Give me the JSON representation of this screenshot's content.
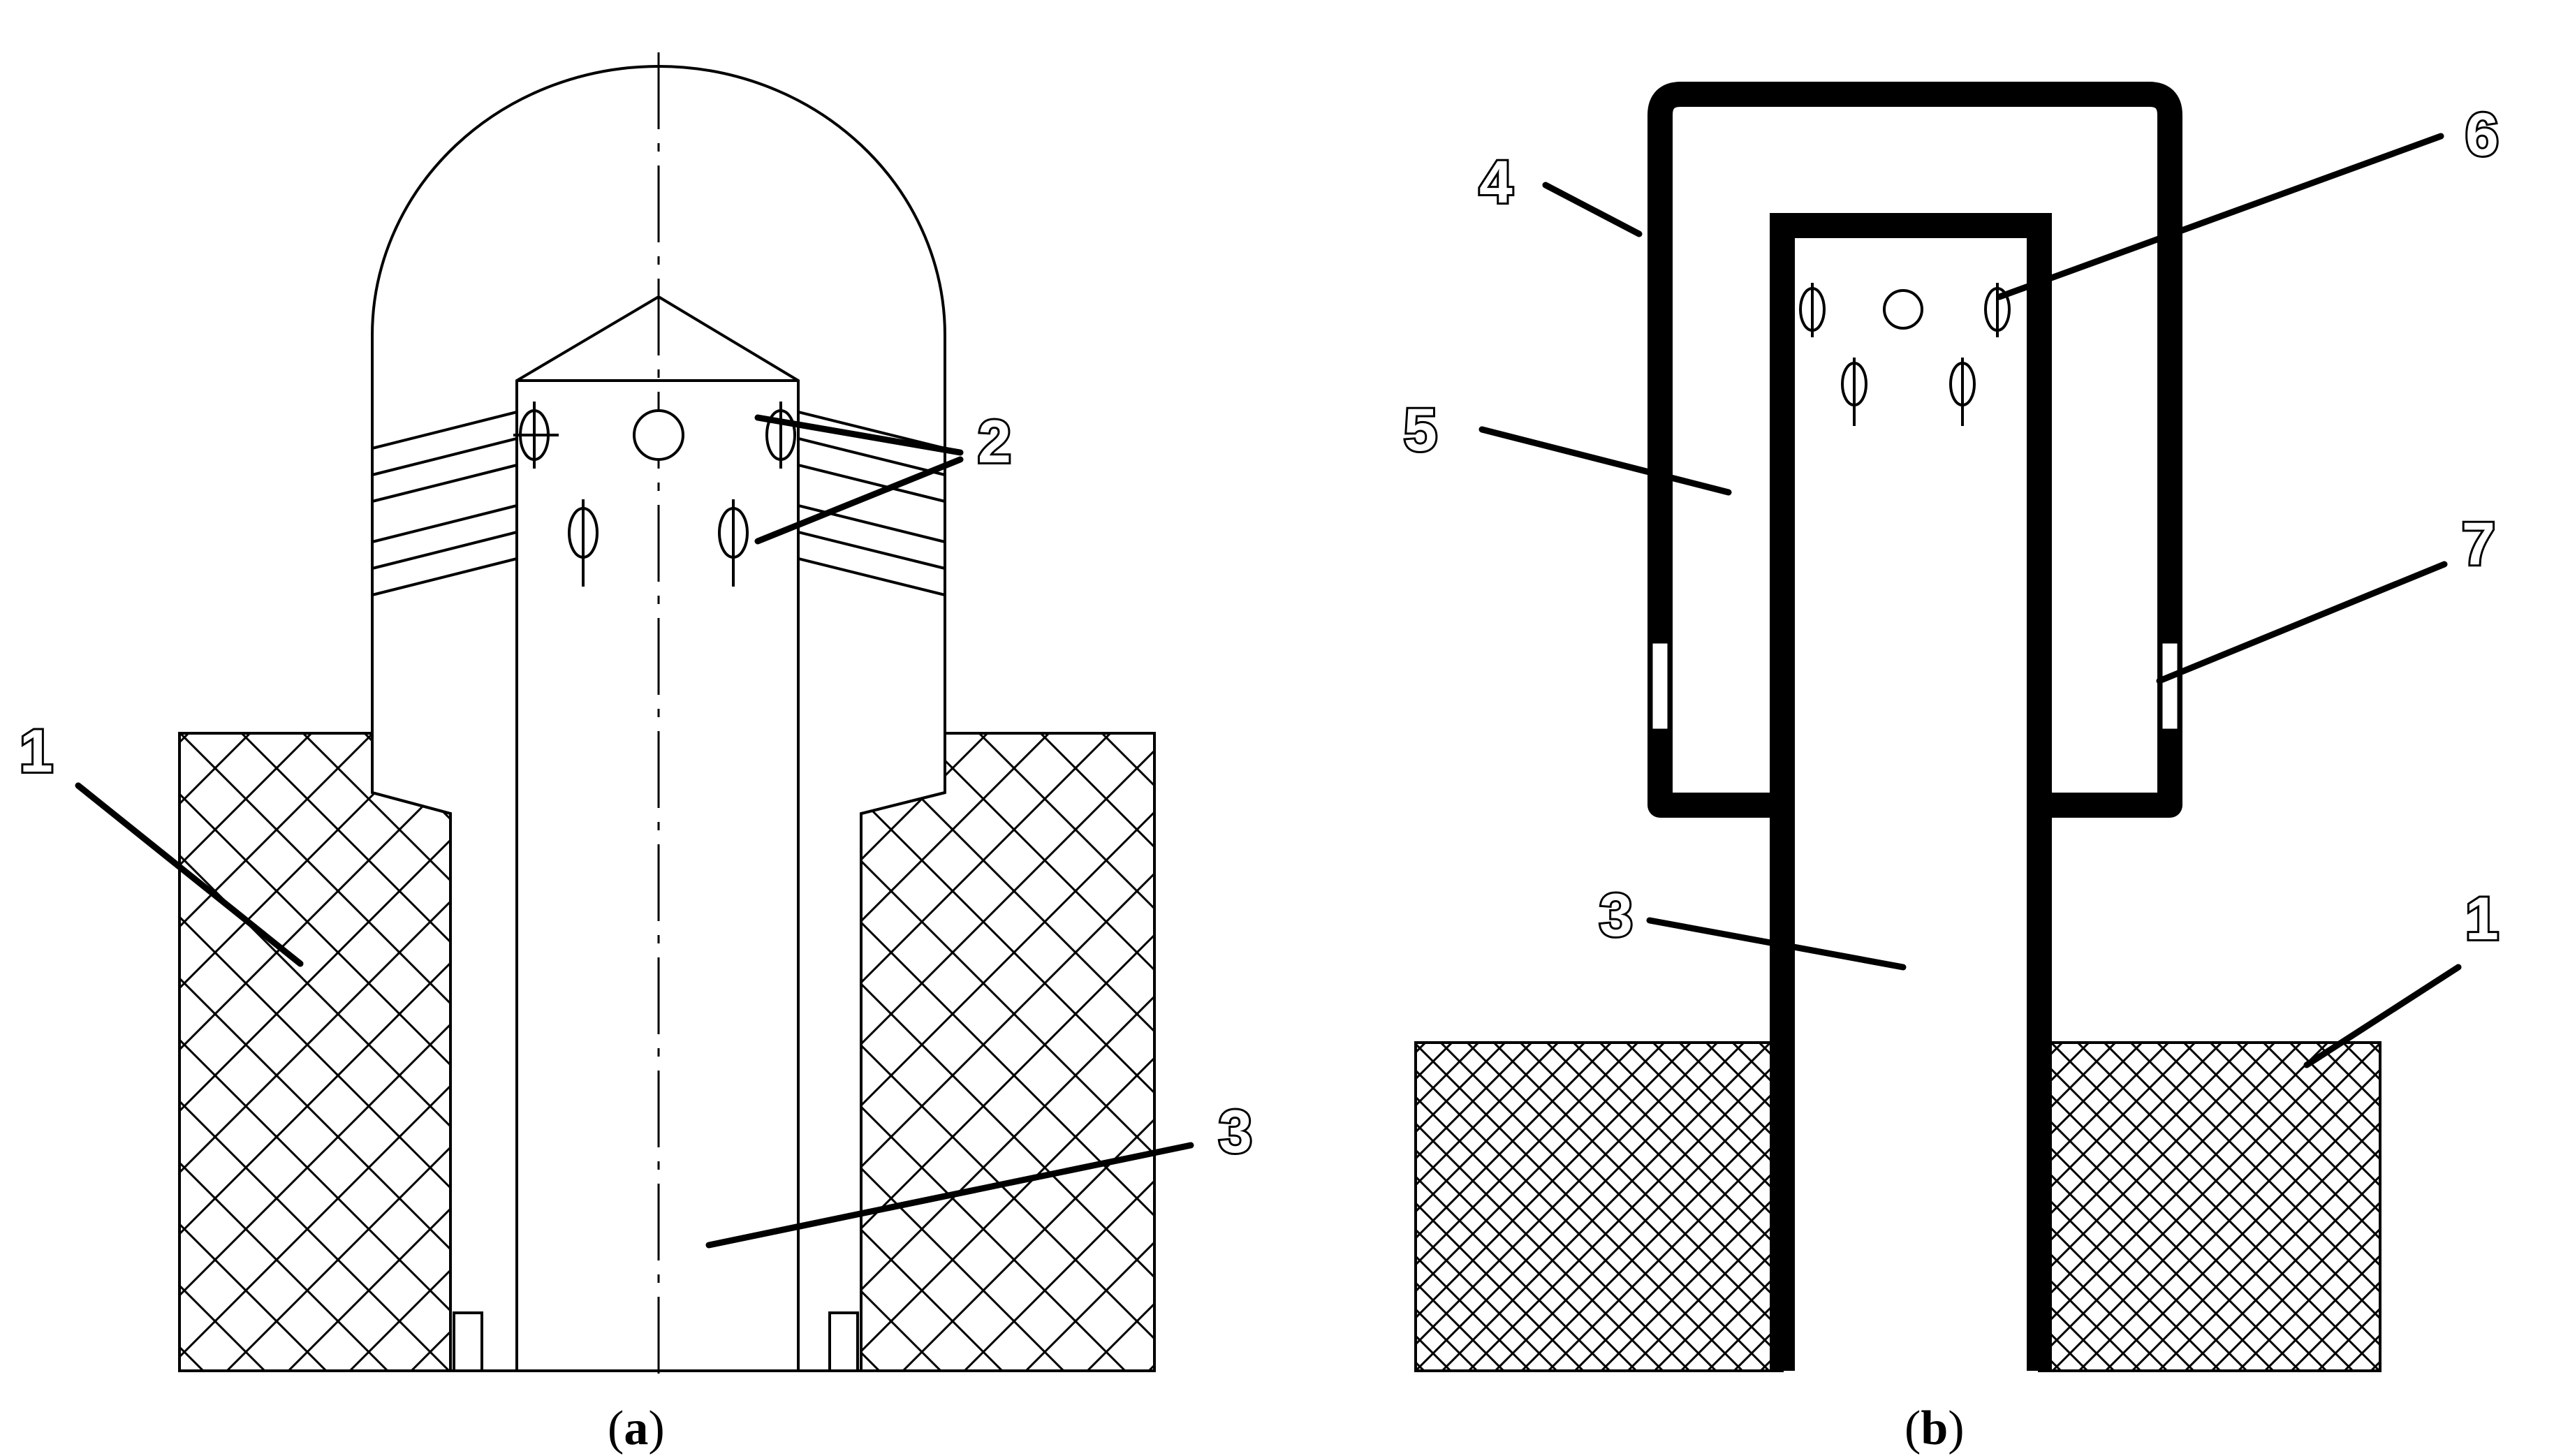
{
  "panel_a": {
    "caption_open": "(",
    "caption_letter": "a",
    "caption_close": ")",
    "labels": {
      "l1": "1",
      "l2": "2",
      "l3": "3"
    }
  },
  "panel_b": {
    "caption_open": "(",
    "caption_letter": "b",
    "caption_close": ")",
    "labels": {
      "l1": "1",
      "l3": "3",
      "l4": "4",
      "l5": "5",
      "l6": "6",
      "l7": "7"
    }
  },
  "colors": {
    "line": "#000000",
    "background": "#ffffff"
  }
}
